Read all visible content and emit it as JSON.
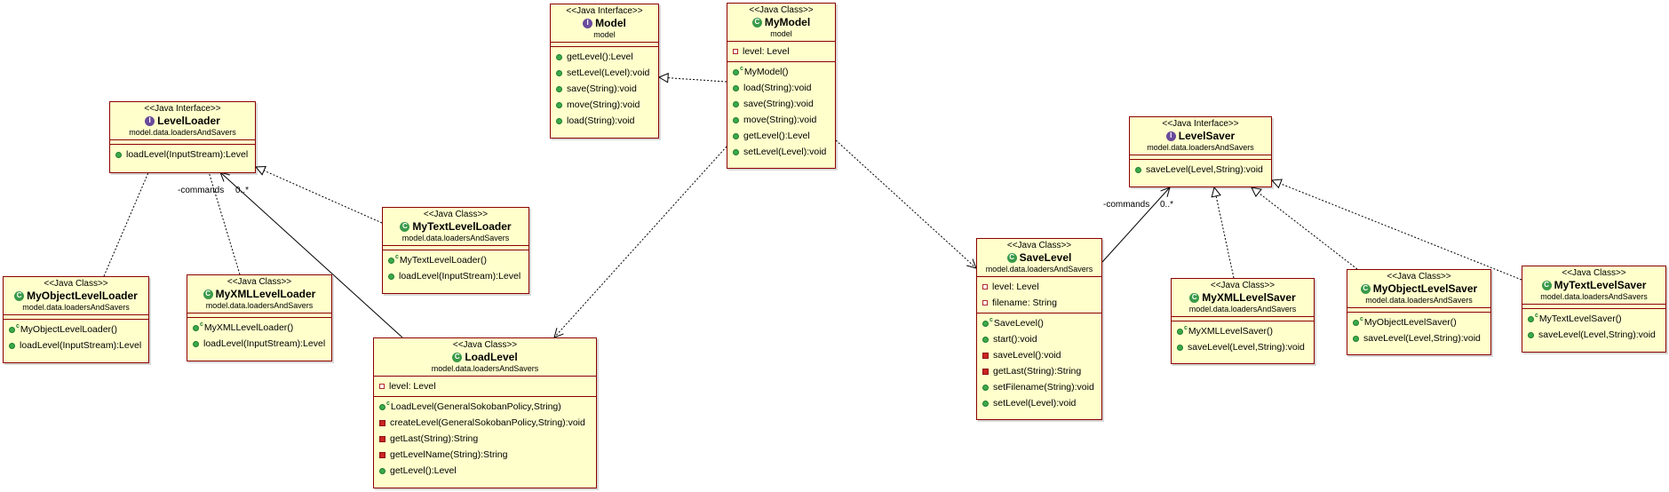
{
  "classes": [
    {
      "id": "model",
      "stereotype": "<<Java Interface>>",
      "name": "Model",
      "kind": "interface",
      "package": "model",
      "fields": [],
      "methods": [
        {
          "vis": "pub",
          "text": "getLevel():Level"
        },
        {
          "vis": "pub",
          "text": "setLevel(Level):void"
        },
        {
          "vis": "pub",
          "text": "save(String):void"
        },
        {
          "vis": "pub",
          "text": "move(String):void"
        },
        {
          "vis": "pub",
          "text": "load(String):void"
        }
      ]
    },
    {
      "id": "mymodel",
      "stereotype": "<<Java Class>>",
      "name": "MyModel",
      "kind": "class",
      "package": "model",
      "fields": [
        {
          "vis": "fld",
          "text": "level: Level"
        }
      ],
      "methods": [
        {
          "vis": "ctor",
          "text": "MyModel()"
        },
        {
          "vis": "pub",
          "text": "load(String):void"
        },
        {
          "vis": "pub",
          "text": "save(String):void"
        },
        {
          "vis": "pub",
          "text": "move(String):void"
        },
        {
          "vis": "pub",
          "text": "getLevel():Level"
        },
        {
          "vis": "pub",
          "text": "setLevel(Level):void"
        }
      ]
    },
    {
      "id": "levelloader",
      "stereotype": "<<Java Interface>>",
      "name": "LevelLoader",
      "kind": "interface",
      "package": "model.data.loadersAndSavers",
      "fields": [],
      "methods": [
        {
          "vis": "pub",
          "text": "loadLevel(InputStream):Level"
        }
      ]
    },
    {
      "id": "mytextlevelloader",
      "stereotype": "<<Java Class>>",
      "name": "MyTextLevelLoader",
      "kind": "class",
      "package": "model.data.loadersAndSavers",
      "fields": [],
      "methods": [
        {
          "vis": "ctor",
          "text": "MyTextLevelLoader()"
        },
        {
          "vis": "pub",
          "text": "loadLevel(InputStream):Level"
        }
      ]
    },
    {
      "id": "myobjectlevelloader",
      "stereotype": "<<Java Class>>",
      "name": "MyObjectLevelLoader",
      "kind": "class",
      "package": "model.data.loadersAndSavers",
      "fields": [],
      "methods": [
        {
          "vis": "ctor",
          "text": "MyObjectLevelLoader()"
        },
        {
          "vis": "pub",
          "text": "loadLevel(InputStream):Level"
        }
      ]
    },
    {
      "id": "myxmllevelloader",
      "stereotype": "<<Java Class>>",
      "name": "MyXMLLevelLoader",
      "kind": "class",
      "package": "model.data.loadersAndSavers",
      "fields": [],
      "methods": [
        {
          "vis": "ctor",
          "text": "MyXMLLevelLoader()"
        },
        {
          "vis": "pub",
          "text": "loadLevel(InputStream):Level"
        }
      ]
    },
    {
      "id": "loadlevel",
      "stereotype": "<<Java Class>>",
      "name": "LoadLevel",
      "kind": "class",
      "package": "model.data.loadersAndSavers",
      "fields": [
        {
          "vis": "fld",
          "text": "level: Level"
        }
      ],
      "methods": [
        {
          "vis": "ctor",
          "text": "LoadLevel(GeneralSokobanPolicy,String)"
        },
        {
          "vis": "priv",
          "text": "createLevel(GeneralSokobanPolicy,String):void"
        },
        {
          "vis": "priv",
          "text": "getLast(String):String"
        },
        {
          "vis": "priv",
          "text": "getLevelName(String):String"
        },
        {
          "vis": "pub",
          "text": "getLevel():Level"
        }
      ]
    },
    {
      "id": "levelsaver",
      "stereotype": "<<Java Interface>>",
      "name": "LevelSaver",
      "kind": "interface",
      "package": "model.data.loadersAndSavers",
      "fields": [],
      "methods": [
        {
          "vis": "pub",
          "text": "saveLevel(Level,String):void"
        }
      ]
    },
    {
      "id": "savelevel",
      "stereotype": "<<Java Class>>",
      "name": "SaveLevel",
      "kind": "class",
      "package": "model.data.loadersAndSavers",
      "fields": [
        {
          "vis": "fld",
          "text": "level: Level"
        },
        {
          "vis": "fld",
          "text": "filename: String"
        }
      ],
      "methods": [
        {
          "vis": "ctor",
          "text": "SaveLevel()"
        },
        {
          "vis": "pub",
          "text": "start():void"
        },
        {
          "vis": "priv",
          "text": "saveLevel():void"
        },
        {
          "vis": "priv",
          "text": "getLast(String):String"
        },
        {
          "vis": "pub",
          "text": "setFilename(String):void"
        },
        {
          "vis": "pub",
          "text": "setLevel(Level):void"
        }
      ]
    },
    {
      "id": "myxmllevelsaver",
      "stereotype": "<<Java Class>>",
      "name": "MyXMLLevelSaver",
      "kind": "class",
      "package": "model.data.loadersAndSavers",
      "fields": [],
      "methods": [
        {
          "vis": "ctor",
          "text": "MyXMLLevelSaver()"
        },
        {
          "vis": "pub",
          "text": "saveLevel(Level,String):void"
        }
      ]
    },
    {
      "id": "myobjectlevelsaver",
      "stereotype": "<<Java Class>>",
      "name": "MyObjectLevelSaver",
      "kind": "class",
      "package": "model.data.loadersAndSavers",
      "fields": [],
      "methods": [
        {
          "vis": "ctor",
          "text": "MyObjectLevelSaver()"
        },
        {
          "vis": "pub",
          "text": "saveLevel(Level,String):void"
        }
      ]
    },
    {
      "id": "mytextlevelsaver",
      "stereotype": "<<Java Class>>",
      "name": "MyTextLevelSaver",
      "kind": "class",
      "package": "model.data.loadersAndSavers",
      "fields": [],
      "methods": [
        {
          "vis": "ctor",
          "text": "MyTextLevelSaver()"
        },
        {
          "vis": "pub",
          "text": "saveLevel(Level,String):void"
        }
      ]
    }
  ],
  "edges": [
    {
      "from": "mymodel",
      "to": "model",
      "kind": "realization"
    },
    {
      "from": "mymodel",
      "to": "loadlevel",
      "kind": "dependency"
    },
    {
      "from": "mymodel",
      "to": "savelevel",
      "kind": "dependency"
    },
    {
      "from": "myobjectlevelloader",
      "to": "levelloader",
      "kind": "realization"
    },
    {
      "from": "myxmllevelloader",
      "to": "levelloader",
      "kind": "realization"
    },
    {
      "from": "mytextlevelloader",
      "to": "levelloader",
      "kind": "realization"
    },
    {
      "from": "loadlevel",
      "to": "levelloader",
      "kind": "association",
      "role": "-commands",
      "multiplicity": "0..*"
    },
    {
      "from": "savelevel",
      "to": "levelsaver",
      "kind": "association",
      "role": "-commands",
      "multiplicity": "0..*"
    },
    {
      "from": "myxmllevelsaver",
      "to": "levelsaver",
      "kind": "realization"
    },
    {
      "from": "myobjectlevelsaver",
      "to": "levelsaver",
      "kind": "realization"
    },
    {
      "from": "mytextlevelsaver",
      "to": "levelsaver",
      "kind": "realization"
    }
  ],
  "colors": {
    "box_fill": "#ffffcc",
    "box_border": "#8b0000",
    "public": "#3aaa4a",
    "private": "#cc2222",
    "interface_badge": "#6a4a9c",
    "class_badge": "#3a9a4a"
  },
  "icons": {
    "interface": "interface-icon",
    "class": "class-icon",
    "public": "public-method-icon",
    "private": "private-method-icon",
    "field": "private-field-icon",
    "constructor": "constructor-icon"
  }
}
